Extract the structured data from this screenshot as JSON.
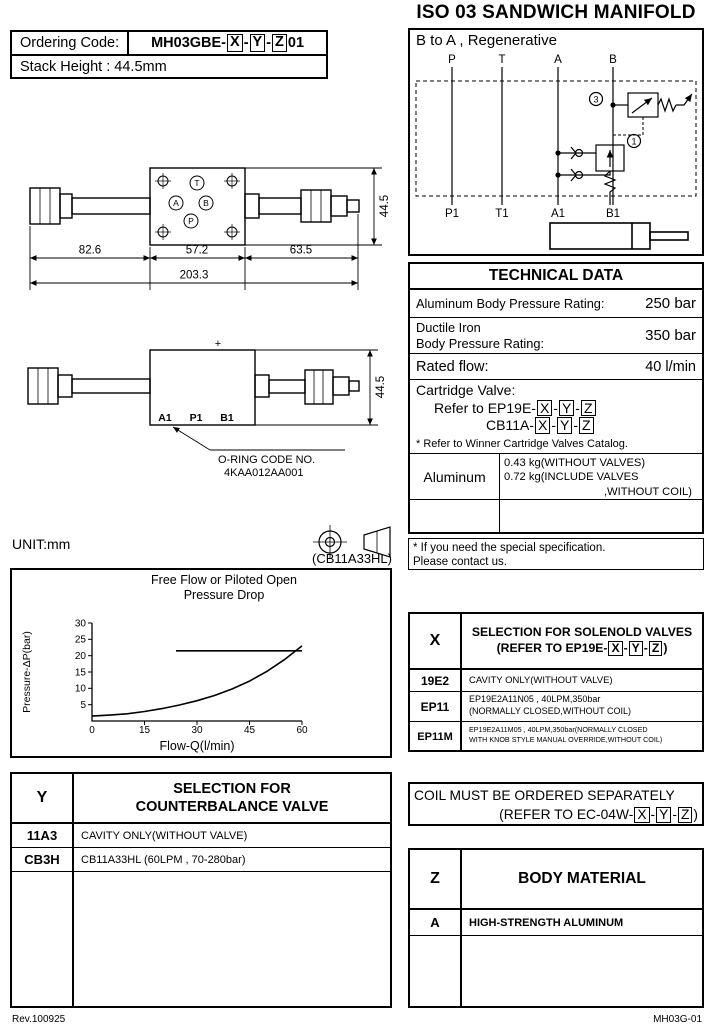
{
  "page": {
    "title": "ISO 03 SANDWICH MANIFOLD",
    "footer_left": "Rev.100925",
    "footer_right": "MH03G-01"
  },
  "xyz": {
    "x": "X",
    "y": "Y",
    "z": "Z",
    "sep": "-"
  },
  "ordering": {
    "label": "Ordering Code:",
    "code_prefix": "MH03GBE-",
    "code_suffix": "01",
    "stack_height": "Stack Height : 44.5mm"
  },
  "btoa": {
    "title": "B to A , Regenerative",
    "top_ports": [
      "P",
      "T",
      "A",
      "B"
    ],
    "bottom_ports": [
      "P1",
      "T1",
      "A1",
      "B1"
    ],
    "callout_3": "3",
    "callout_1": "1"
  },
  "drawing": {
    "ports": [
      "T",
      "A",
      "B",
      "P"
    ],
    "dims": {
      "d1": "82.6",
      "d2": "57.2",
      "d3": "63.5",
      "total": "203.3",
      "height": "44.5"
    },
    "side_labels": [
      "A1",
      "P1",
      "B1"
    ],
    "plus_mark": "+",
    "oring_line1": "O-RING CODE NO.",
    "oring_line2": "4KAA012AA001",
    "unit": "UNIT:mm"
  },
  "chart": {
    "context_label": "(CB11A33HL)",
    "title_line1": "Free Flow or Piloted Open",
    "title_line2": "Pressure Drop"
  },
  "chart_data": {
    "type": "line",
    "title": "Free Flow or Piloted Open Pressure Drop",
    "xlabel": "Flow-Q(l/min)",
    "ylabel": "Pressure-ΔP(bar)",
    "xlim": [
      0,
      60
    ],
    "ylim": [
      0,
      30
    ],
    "xticks": [
      0,
      15,
      30,
      45,
      60
    ],
    "yticks": [
      5,
      10,
      15,
      20,
      25,
      30
    ],
    "grid": false,
    "legend": "none",
    "series": [
      {
        "name": "Free Flow",
        "points": [
          [
            0,
            1.5
          ],
          [
            5,
            1.8
          ],
          [
            10,
            2.2
          ],
          [
            15,
            2.9
          ],
          [
            20,
            3.8
          ],
          [
            25,
            4.9
          ],
          [
            30,
            6.2
          ],
          [
            35,
            7.8
          ],
          [
            40,
            9.8
          ],
          [
            45,
            12.2
          ],
          [
            50,
            15.2
          ],
          [
            55,
            18.8
          ],
          [
            60,
            23
          ]
        ]
      },
      {
        "name": "Piloted Open",
        "points": [
          [
            24,
            21.5
          ],
          [
            60,
            21.5
          ]
        ]
      }
    ]
  },
  "technical": {
    "header": "TECHNICAL DATA",
    "r1_label": "Aluminum Body Pressure Rating:",
    "r1_value": "250 bar",
    "r2_label1": "Ductile Iron",
    "r2_label2": "Body Pressure Rating:",
    "r2_value": "350 bar",
    "r3_label": "Rated flow:",
    "r3_value": "40  l/min",
    "cart_title": "Cartridge Valve:",
    "cart_ref1_prefix": "Refer to EP19E-",
    "cart_ref2_prefix": "CB11A-",
    "cart_note": "* Refer to Winner Cartridge Valves Catalog.",
    "weight_material": "Aluminum",
    "weight_line1": "0.43  kg(WITHOUT VALVES)",
    "weight_line2": "0.72  kg(INCLUDE VALVES",
    "weight_line3": ",WITHOUT COIL)",
    "note_line1": "* If you need the special specification.",
    "note_line2": "Please contact us."
  },
  "xsel": {
    "key": "X",
    "header_line1": "SELECTION FOR SOLENOLD VALVES",
    "header_line2_prefix": "(REFER TO EP19E-",
    "header_close": ")",
    "rows": [
      {
        "code": "19E2",
        "line1": "CAVITY ONLY(WITHOUT VALVE)",
        "line2": ""
      },
      {
        "code": "EP11",
        "line1": "EP19E2A11N05 , 40LPM,350bar",
        "line2": "(NORMALLY CLOSED,WITHOUT COIL)"
      },
      {
        "code": "EP11M",
        "line1": "EP19E2A11M05 , 40LPM,350bar(NORMALLY CLOSED",
        "line2": "WITH KNOB STYLE MANUAL OVERRIDE,WITHOUT COIL)"
      }
    ]
  },
  "coil": {
    "line1": "COIL MUST BE ORDERED SEPARATELY",
    "line2_prefix": "(REFER TO EC-04W-",
    "close": ")"
  },
  "ysel": {
    "key": "Y",
    "header_line1": "SELECTION FOR",
    "header_line2": "COUNTERBALANCE VALVE",
    "rows": [
      {
        "code": "11A3",
        "desc": "CAVITY ONLY(WITHOUT VALVE)"
      },
      {
        "code": "CB3H",
        "desc": "CB11A33HL (60LPM , 70-280bar)"
      }
    ]
  },
  "zsel": {
    "key": "Z",
    "header": "BODY MATERIAL",
    "rows": [
      {
        "code": "A",
        "desc": "HIGH-STRENGTH ALUMINUM"
      }
    ]
  }
}
